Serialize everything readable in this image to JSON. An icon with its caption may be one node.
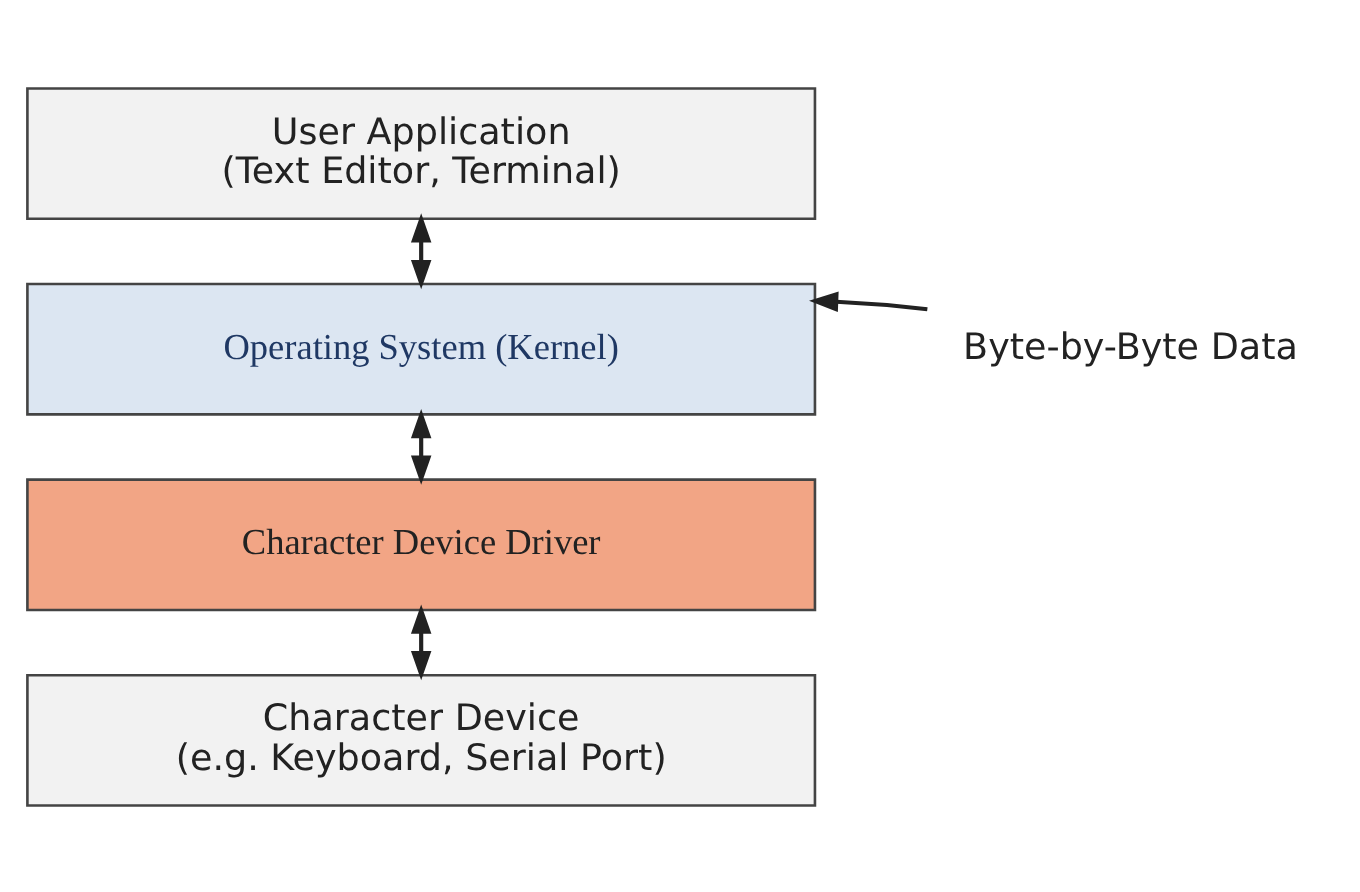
{
  "diagram": {
    "nodes": [
      {
        "text": [
          "User Application",
          "(Text Editor, Terminal)"
        ]
      },
      {
        "text": [
          "Operating System (Kernel)"
        ]
      },
      {
        "text": [
          "Character Device Driver"
        ]
      },
      {
        "text": [
          "Character Device",
          "(e.g. Keyboard, Serial Port)"
        ]
      },
      {
        "text": [
          "Byte-by-Byte Data"
        ]
      }
    ],
    "edges": [
      {
        "from": 0,
        "to": 1,
        "arrow": "both"
      },
      {
        "from": 1,
        "to": 2,
        "arrow": "both"
      },
      {
        "from": 2,
        "to": 3,
        "arrow": "both"
      },
      {
        "from": 4,
        "to": 1,
        "arrow": "to"
      }
    ]
  }
}
